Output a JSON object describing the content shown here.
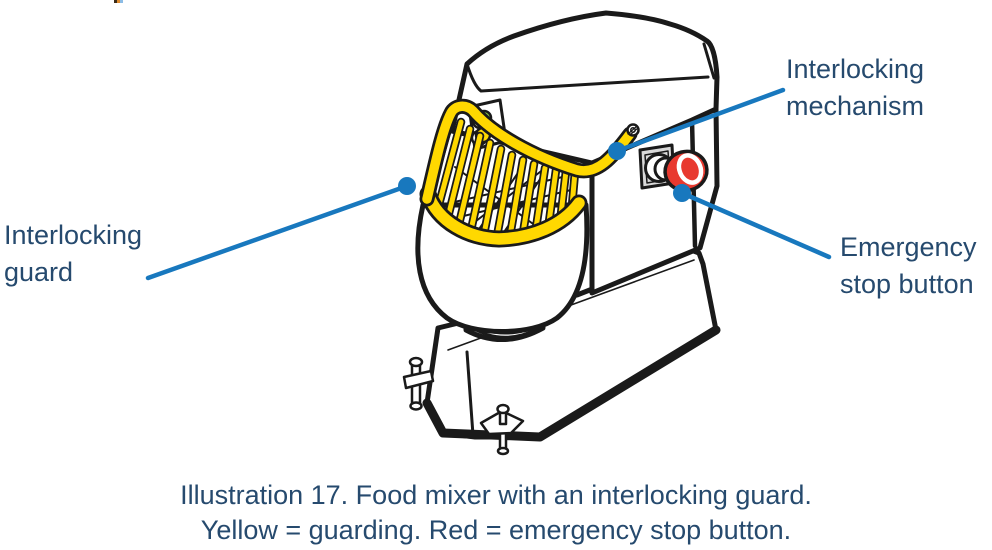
{
  "illustration": {
    "name": "food-mixer-with-interlocking-guard",
    "parts": [
      "interlocking guard",
      "interlocking mechanism",
      "emergency stop button"
    ]
  },
  "labels": {
    "interlocking_mechanism": {
      "line1": "Interlocking",
      "line2": "mechanism"
    },
    "interlocking_guard": {
      "line1": "Interlocking",
      "line2": "guard"
    },
    "emergency_stop": {
      "line1": "Emergency",
      "line2": "stop button"
    }
  },
  "caption": {
    "line1": "Illustration 17. Food mixer with an interlocking guard.",
    "line2": "Yellow = guarding. Red = emergency stop button."
  },
  "colors": {
    "label_text": "#264A6E",
    "callout_line": "#1878BE",
    "guard_yellow": "#FFD800",
    "emergency_red": "#E8392F",
    "green_button": "#85C441",
    "plate_grey": "#D9D9D9",
    "line_art": "#1A1A1A",
    "top_fragment_dark": "#3A2B18",
    "top_fragment_orange": "#DD8A2E",
    "top_fragment_blue": "#8CBCE5"
  }
}
